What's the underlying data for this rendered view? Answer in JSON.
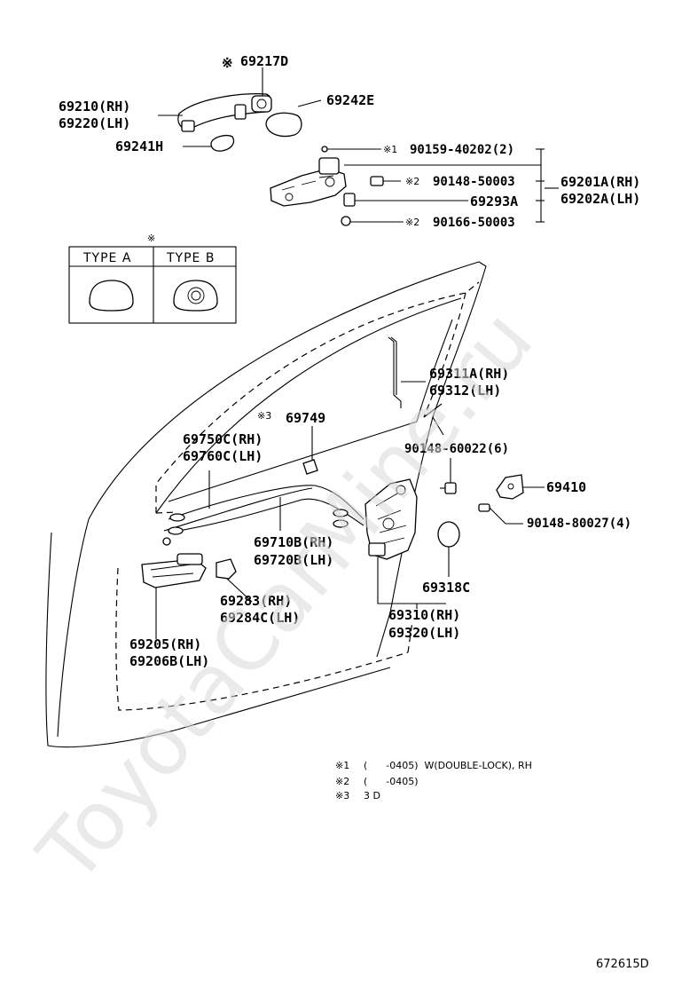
{
  "parts": {
    "p69217D": "69217D",
    "p69210": "69210(RH)",
    "p69220": "69220(LH)",
    "p69242E": "69242E",
    "p69241H": "69241H",
    "p90159": "90159-40202(2)",
    "p90148_50003": "90148-50003",
    "p69201A": "69201A(RH)",
    "p69202A": "69202A(LH)",
    "p69293A": "69293A",
    "p90166": "90166-50003",
    "p69311A": "69311A(RH)",
    "p69312": "69312(LH)",
    "p69749": "69749",
    "p69750C": "69750C(RH)",
    "p69760C": "69760C(LH)",
    "p90148_60022": "90148-60022(6)",
    "p69410": "69410",
    "p90148_80027": "90148-80027(4)",
    "p69710B": "69710B(RH)",
    "p69720B": "69720B(LH)",
    "p69318C": "69318C",
    "p69283": "69283(RH)",
    "p69284C": "69284C(LH)",
    "p69310": "69310(RH)",
    "p69320": "69320(LH)",
    "p69205": "69205(RH)",
    "p69206B": "69206B(LH)"
  },
  "marks": {
    "m1": "※1",
    "m2": "※2",
    "m3": "※3",
    "star": "※"
  },
  "type_table": {
    "type_a": "TYPE A",
    "type_b": "TYPE B"
  },
  "notes": [
    {
      "mark": "※1",
      "text": "(      -0405)  W(DOUBLE-LOCK), RH"
    },
    {
      "mark": "※2",
      "text": "(      -0405)"
    },
    {
      "mark": "※3",
      "text": "3 D"
    }
  ],
  "reference": "672615D",
  "watermark": "ToyotaCarMine.ru"
}
